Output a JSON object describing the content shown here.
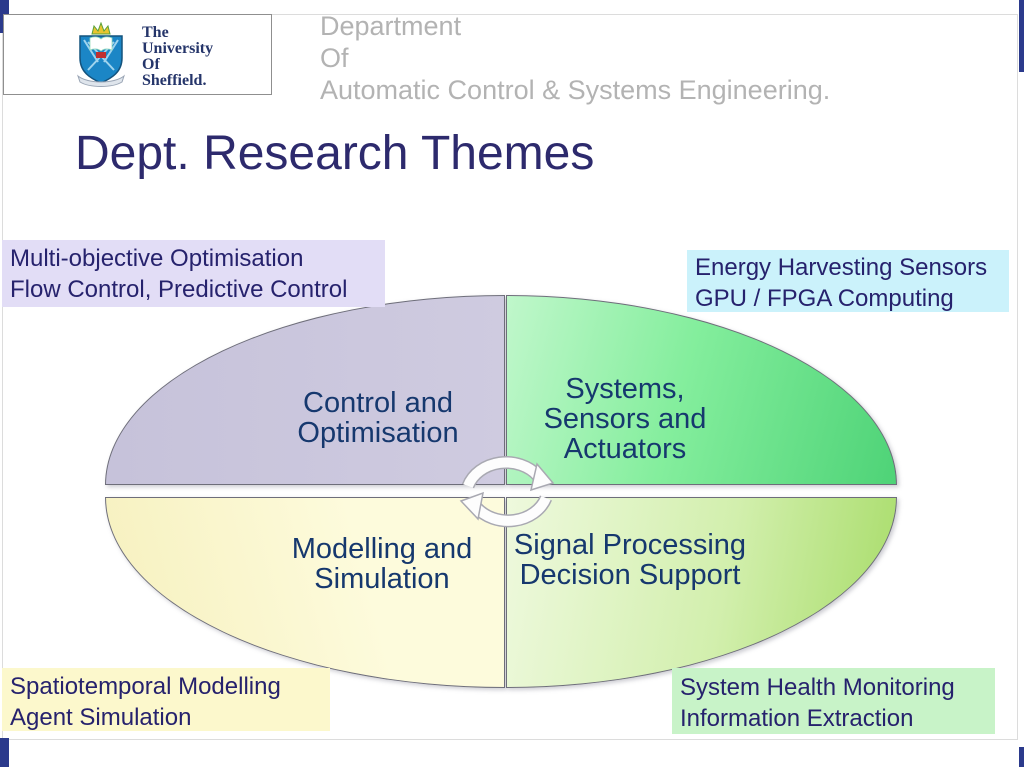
{
  "logo": {
    "name_lines": [
      "The",
      "University",
      "Of",
      "Sheffield."
    ]
  },
  "header": {
    "lines": [
      "Department",
      "Of",
      "Automatic Control & Systems Engineering."
    ]
  },
  "title": "Dept. Research Themes",
  "callouts": {
    "top_left": {
      "lines": [
        "Multi-objective Optimisation",
        "Flow Control, Predictive Control"
      ]
    },
    "top_right": {
      "lines": [
        "Energy Harvesting Sensors",
        "GPU / FPGA Computing"
      ]
    },
    "bottom_left": {
      "lines": [
        "Spatiotemporal Modelling",
        "Agent Simulation"
      ]
    },
    "bottom_right": {
      "lines": [
        "System Health Monitoring",
        "Information Extraction"
      ]
    }
  },
  "diagram": {
    "quadrants": {
      "top_left": {
        "lines": [
          "Control and",
          "Optimisation"
        ]
      },
      "top_right": {
        "lines": [
          "Systems,",
          "Sensors and",
          "Actuators"
        ]
      },
      "bottom_left": {
        "lines": [
          "Modelling and",
          "Simulation"
        ]
      },
      "bottom_right": {
        "lines": [
          "Signal Processing",
          "Decision Support"
        ]
      }
    },
    "center_icon": "cycle-arrows"
  },
  "colors": {
    "accent_bar": "#2b3a8c",
    "title_text": "#2d2a6d",
    "header_text": "#b3b3b3",
    "callout_text": "#26226d",
    "quadrant_text": "#16386e",
    "callout_top_left_bg": "#e2ddf6",
    "callout_top_right_bg": "#cbf2fb",
    "callout_bottom_left_bg": "#fcf8cc",
    "callout_bottom_right_bg": "#c8f3c8",
    "quadrant_top_left_bg": "#c9c5dc",
    "quadrant_top_right_bg": "#6fe592",
    "quadrant_bottom_left_bg": "#fbf8d2",
    "quadrant_bottom_right_bg": "#b3e378"
  }
}
